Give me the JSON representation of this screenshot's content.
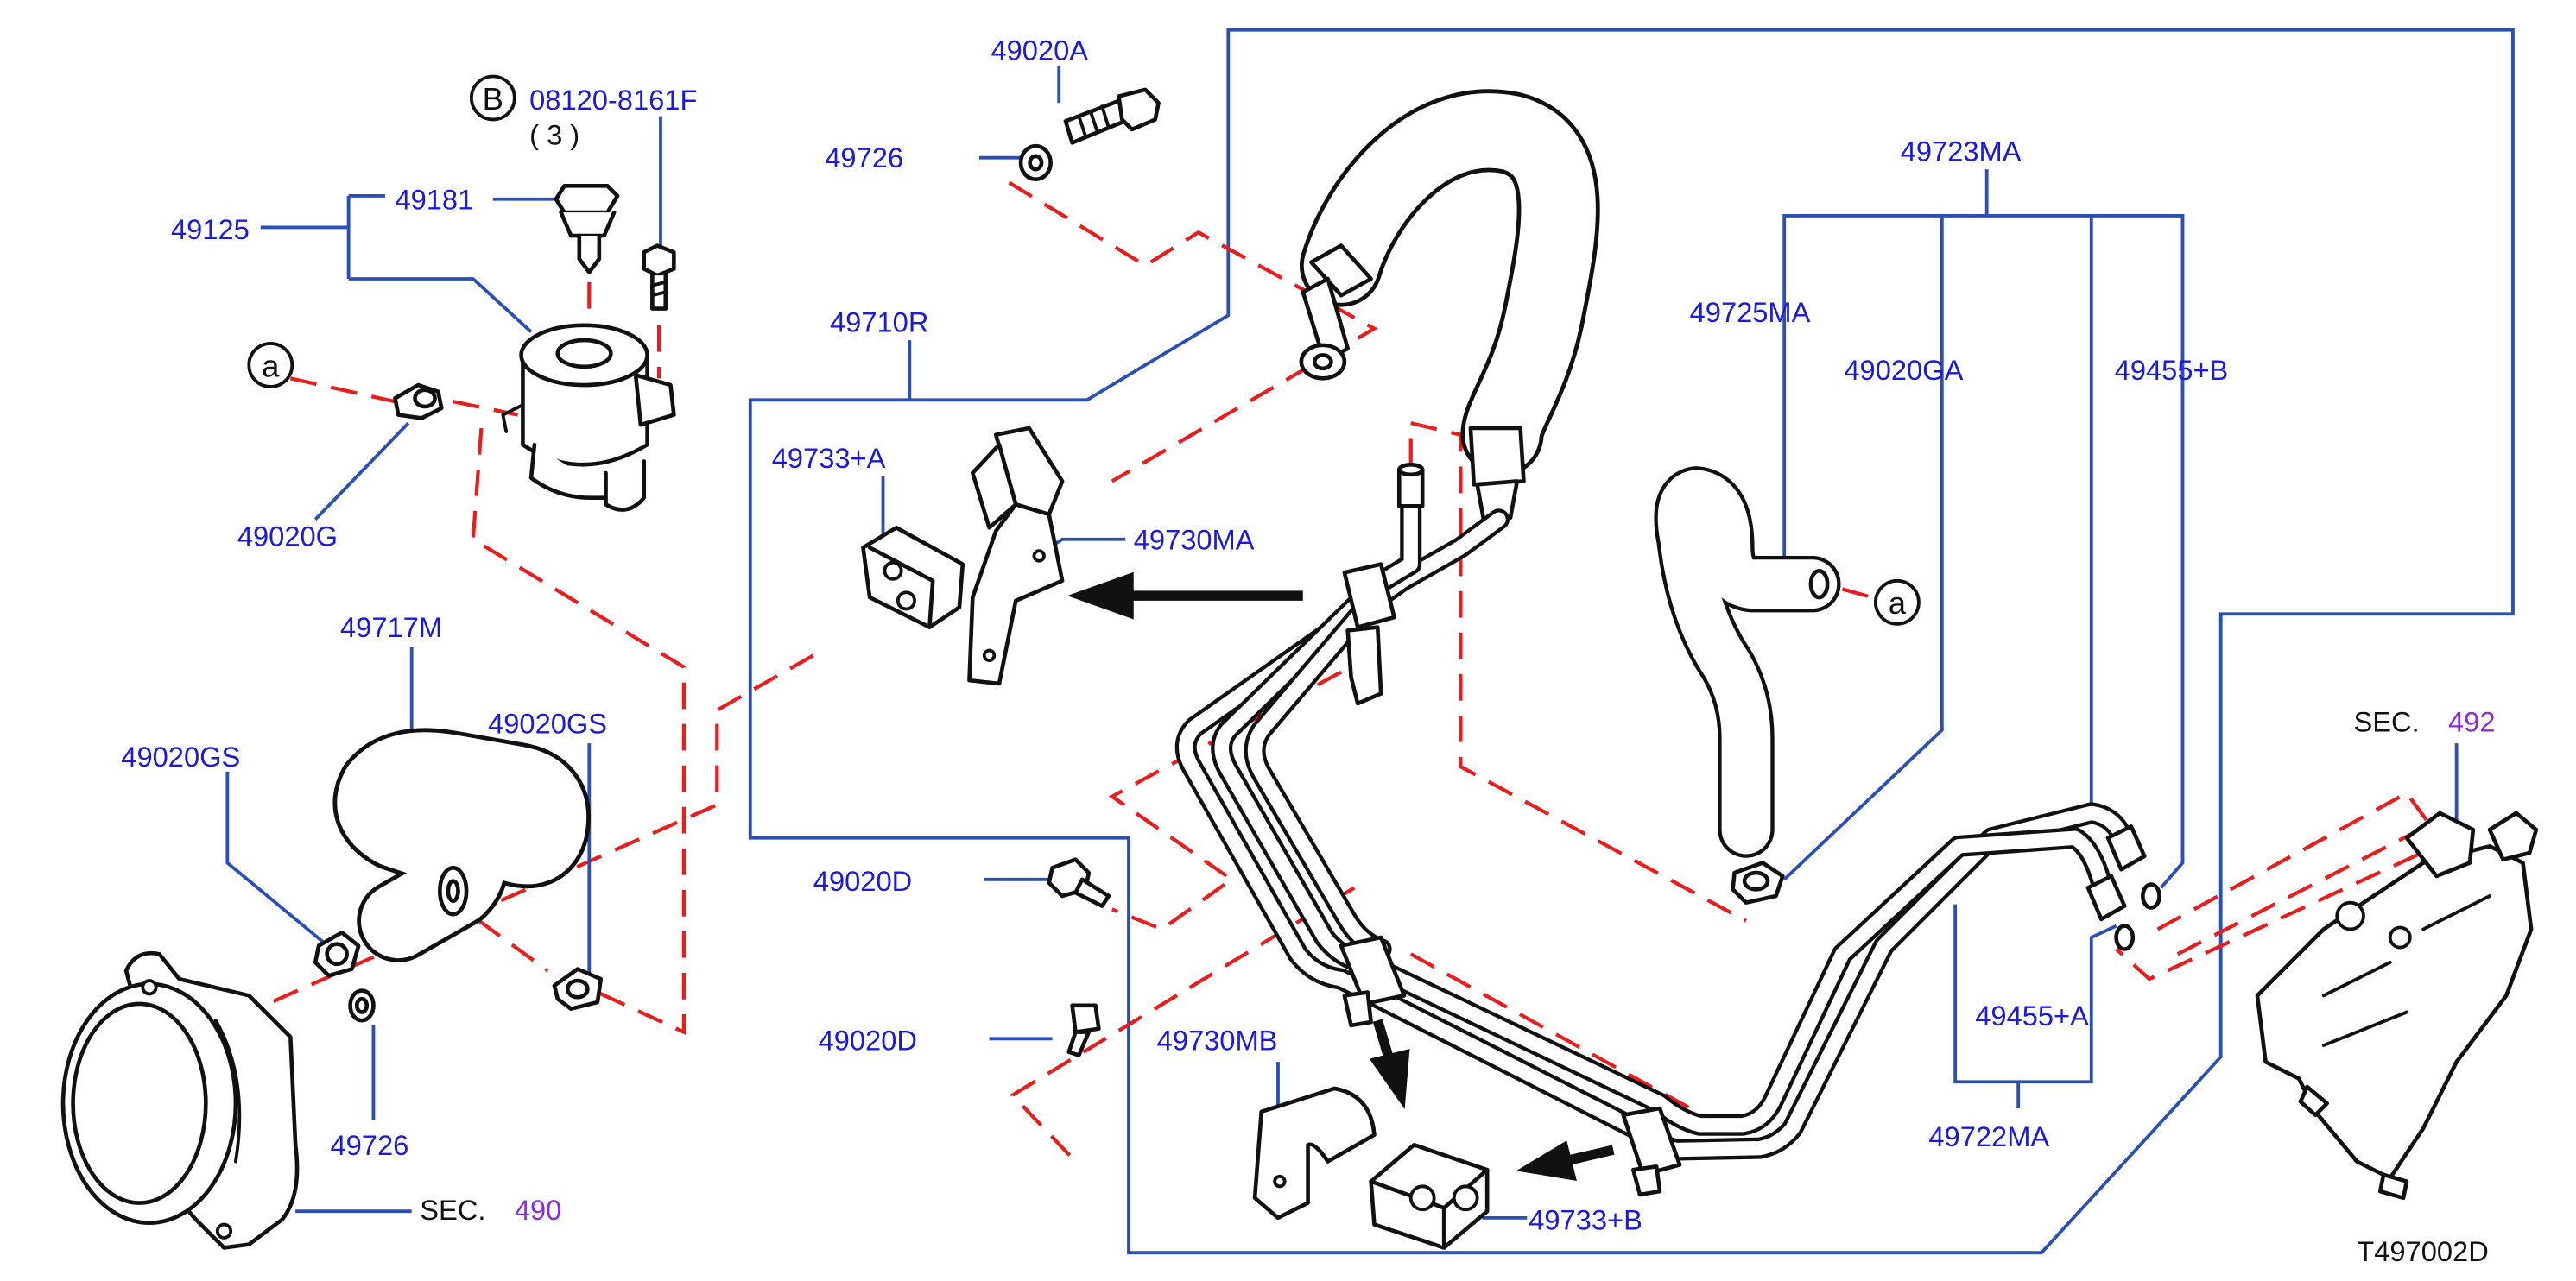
{
  "labels": {
    "p49020A": "49020A",
    "p49726_top": "49726",
    "p08120": "08120-8161F",
    "p08120_qty": "( 3 )",
    "circle_b": "B",
    "p49181": "49181",
    "p49125": "49125",
    "circle_a_left": "a",
    "circle_a_right": "a",
    "p49020G": "49020G",
    "p49710R": "49710R",
    "p49733A": "49733+A",
    "p49730MA": "49730MA",
    "p49717M": "49717M",
    "p49020GS_left": "49020GS",
    "p49020GS_right": "49020GS",
    "p49726_bottom": "49726",
    "sec490_prefix": "SEC.",
    "sec490_num": "490",
    "p49020D_1": "49020D",
    "p49020D_2": "49020D",
    "p49730MB": "49730MB",
    "p49733B": "49733+B",
    "p49723MA": "49723MA",
    "p49725MA": "49725MA",
    "p49020GA": "49020GA",
    "p49455B": "49455+B",
    "p49455A": "49455+A",
    "p49722MA": "49722MA",
    "sec492_prefix": "SEC.",
    "sec492_num": "492",
    "diagram_code": "T497002D"
  },
  "colors": {
    "label_blue": "#1a1adb",
    "section_purple": "#8a2be2",
    "leader_blue": "#2b4fb5",
    "dashed_red": "#e81e1e",
    "line_black": "#111111",
    "background": "#ffffff"
  }
}
